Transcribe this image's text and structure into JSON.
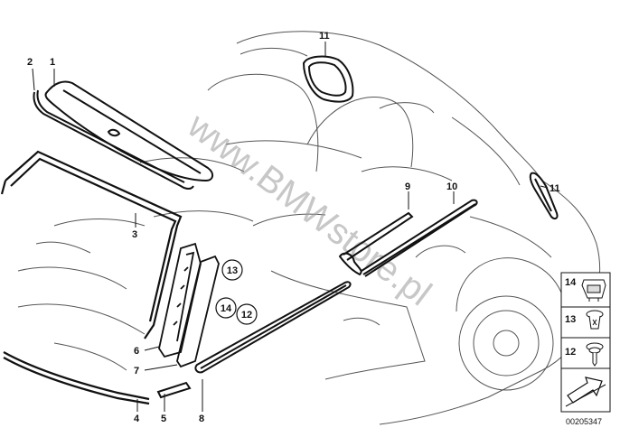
{
  "watermark": "www.BMWstore.pl",
  "doc_number": "00205347",
  "colors": {
    "line": "#444444",
    "part": "#111111",
    "watermark": "#9a9a9a"
  },
  "callouts": {
    "c1": "1",
    "c2": "2",
    "c3": "3",
    "c4": "4",
    "c5": "5",
    "c6": "6",
    "c7": "7",
    "c8": "8",
    "c9": "9",
    "c10": "10",
    "c11a": "11",
    "c11b": "11",
    "c12": "12",
    "c13": "13",
    "c14": "14"
  },
  "legend": [
    {
      "num": "14",
      "icon": "trim-clip-icon"
    },
    {
      "num": "13",
      "icon": "expanding-rivet-icon"
    },
    {
      "num": "12",
      "icon": "screw-with-washer-icon"
    }
  ]
}
